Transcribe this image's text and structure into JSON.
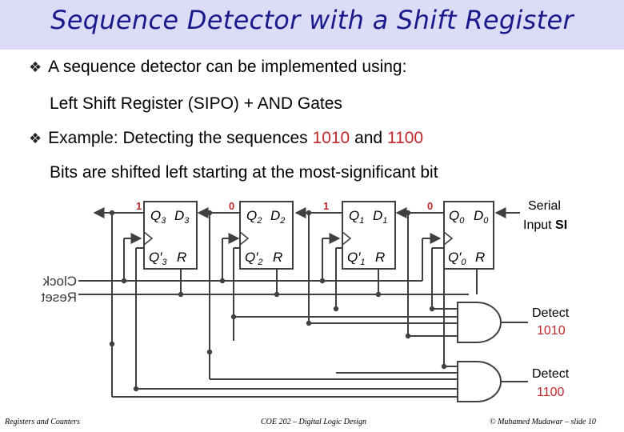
{
  "slide": {
    "title": "Sequence Detector with a Shift Register",
    "bullet1": "A sequence detector can be implemented using:",
    "bullet1_sub": "Left Shift Register (SIPO) + AND Gates",
    "bullet2_prefix": "Example: Detecting the sequences ",
    "bullet2_seq1": "1010",
    "bullet2_and": " and ",
    "bullet2_seq2": "1100",
    "bullet2_sub": "Bits are shifted left starting at the most-significant bit",
    "bullet_icon": "diamond-bullet-icon"
  },
  "diagram": {
    "bit_values": [
      "1",
      "0",
      "1",
      "0"
    ],
    "flipflops": [
      {
        "q": "Q",
        "sub": "3",
        "d": "D",
        "dsub": "3",
        "qb": "Q′",
        "qbsub": "3",
        "r": "R"
      },
      {
        "q": "Q",
        "sub": "2",
        "d": "D",
        "dsub": "2",
        "qb": "Q′",
        "qbsub": "2",
        "r": "R"
      },
      {
        "q": "Q",
        "sub": "1",
        "d": "D",
        "dsub": "1",
        "qb": "Q′",
        "qbsub": "1",
        "r": "R"
      },
      {
        "q": "Q",
        "sub": "0",
        "d": "D",
        "dsub": "0",
        "qb": "Q′",
        "qbsub": "0",
        "r": "R"
      }
    ],
    "serial_input_line1": "Serial",
    "serial_input_line2": "Input ",
    "serial_input_bold": "SI",
    "clock_label": "Clock",
    "reset_label": "Reset",
    "gate1_label": "Detect",
    "gate1_value": "1010",
    "gate2_label": "Detect",
    "gate2_value": "1100",
    "accent_color": "#c0282a",
    "wire_color": "#404040"
  },
  "footer": {
    "left": "Registers and Counters",
    "center": "COE 202 – Digital Logic Design",
    "right": "© Muhamed Mudawar – slide 10"
  }
}
